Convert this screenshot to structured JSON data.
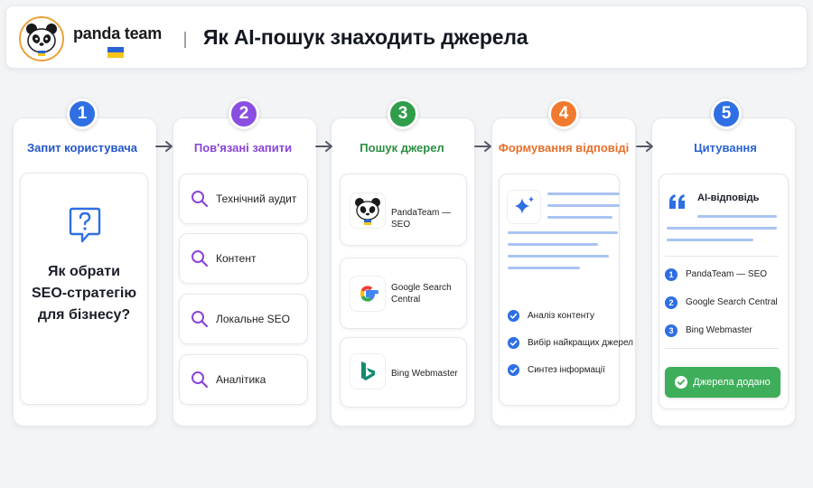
{
  "header": {
    "brand": "panda team",
    "title": "Як AI-пошук знаходить джерела"
  },
  "colors": {
    "step1": "#2f6fe4",
    "step2": "#8a4fe0",
    "step3": "#2f9d4a",
    "step4": "#f07a2e",
    "step5": "#2f6fe4",
    "title1": "#2456c6",
    "title2": "#8a44d8",
    "title3": "#2a8f42",
    "title4": "#e8702a",
    "title5": "#2a63d4",
    "success": "#3fae5a"
  },
  "steps": [
    {
      "number": "1",
      "title": "Запит користувача"
    },
    {
      "number": "2",
      "title": "Пов'язані запити"
    },
    {
      "number": "3",
      "title": "Пошук джерел"
    },
    {
      "number": "4",
      "title": "Формування відповіді"
    },
    {
      "number": "5",
      "title": "Цитування"
    }
  ],
  "query": {
    "icon": "question-bubble-icon",
    "lines": [
      "Як обрати",
      "SEO-стратегію",
      "для бізнесу?"
    ]
  },
  "related": {
    "icon": "search-icon",
    "items": [
      "Технічний аудит",
      "Контент",
      "Локальне SEO",
      "Аналітика"
    ]
  },
  "sources": [
    {
      "icon": "panda-logo-icon",
      "label": "PandaTeam — SEO"
    },
    {
      "icon": "google-logo-icon",
      "label_line1": "Google Search",
      "label_line2": "Central"
    },
    {
      "icon": "bing-logo-icon",
      "label": "Bing Webmaster"
    }
  ],
  "answer": {
    "icon": "sparkle-icon",
    "checks": [
      "Аналіз контенту",
      "Вибір найкращих джерел",
      "Синтез інформації"
    ]
  },
  "citation": {
    "icon": "quote-icon",
    "heading": "AI-відповідь",
    "items": [
      {
        "n": "1",
        "label": "PandaTeam — SEO"
      },
      {
        "n": "2",
        "label": "Google Search Central"
      },
      {
        "n": "3",
        "label": "Bing Webmaster"
      }
    ],
    "button": "Джерела додано"
  }
}
